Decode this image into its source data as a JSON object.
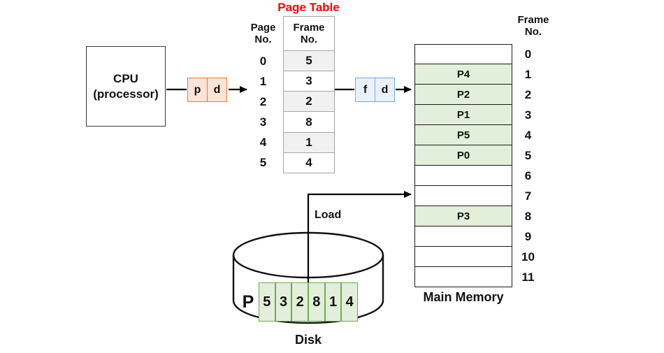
{
  "title": "Page Table",
  "cpu": {
    "line1": "CPU",
    "line2": "(processor)"
  },
  "logical_address": {
    "p": "p",
    "d": "d"
  },
  "physical_address": {
    "f": "f",
    "d": "d"
  },
  "page_table": {
    "page_col_header": {
      "line1": "Page",
      "line2": "No."
    },
    "frame_col_header": {
      "line1": "Frame",
      "line2": "No."
    },
    "rows": [
      {
        "page": "0",
        "frame": "5"
      },
      {
        "page": "1",
        "frame": "3"
      },
      {
        "page": "2",
        "frame": "2"
      },
      {
        "page": "3",
        "frame": "8"
      },
      {
        "page": "4",
        "frame": "1"
      },
      {
        "page": "5",
        "frame": "4"
      }
    ]
  },
  "main_memory": {
    "label": "Main Memory",
    "frame_col_header": {
      "line1": "Frame",
      "line2": "No."
    },
    "frames": [
      {
        "no": "0",
        "content": "",
        "filled": false
      },
      {
        "no": "1",
        "content": "P4",
        "filled": true
      },
      {
        "no": "2",
        "content": "P2",
        "filled": true
      },
      {
        "no": "3",
        "content": "P1",
        "filled": true
      },
      {
        "no": "4",
        "content": "P5",
        "filled": true
      },
      {
        "no": "5",
        "content": "P0",
        "filled": true
      },
      {
        "no": "6",
        "content": "",
        "filled": false
      },
      {
        "no": "7",
        "content": "",
        "filled": false
      },
      {
        "no": "8",
        "content": "P3",
        "filled": true
      },
      {
        "no": "9",
        "content": "",
        "filled": false
      },
      {
        "no": "10",
        "content": "",
        "filled": false
      },
      {
        "no": "11",
        "content": "",
        "filled": false
      }
    ]
  },
  "disk": {
    "label": "Disk",
    "process_label": "P",
    "cells": [
      "5",
      "3",
      "2",
      "8",
      "1",
      "4"
    ],
    "load_label": "Load"
  },
  "colors": {
    "title_red": "#ff0000",
    "orange_border": "#ed7d31",
    "orange_fill": "#fce4d6",
    "blue_border": "#84a8d4",
    "blue_fill": "#e9f1fa",
    "green_border": "#70ad47",
    "green_fill": "#e2efda",
    "gray_shade": "#f1f1f1",
    "table_border_gray": "#a6a6a6"
  }
}
